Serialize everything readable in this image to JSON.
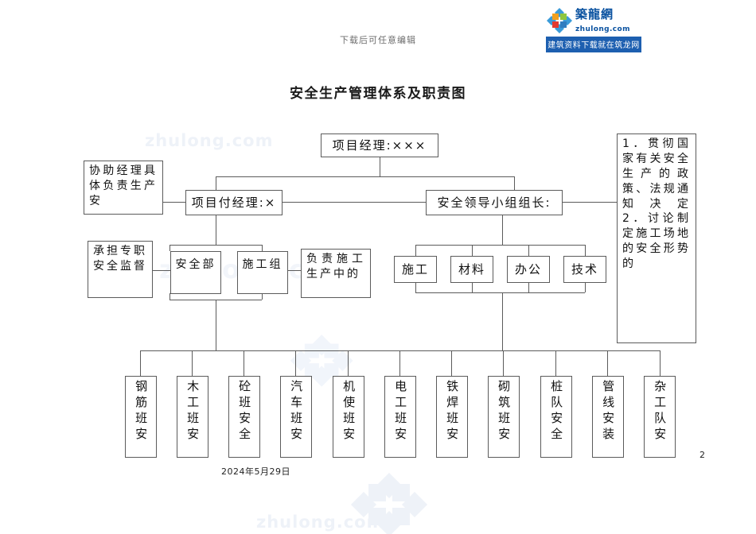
{
  "document": {
    "edit_note": "下载后可任意编辑",
    "title": "安全生产管理体系及职责图",
    "date": "2024年5月29日",
    "page_number": "2",
    "watermark_text": "zhulong.com"
  },
  "brand": {
    "cn_name": "築龍網",
    "domain": "zhulong.com",
    "banner": "建筑资料下载就在筑龙网",
    "banner_color": "#1d5fb0",
    "text_color": "#0a52a0"
  },
  "chart_data": {
    "type": "diagram",
    "title": "安全生产管理体系及职责图",
    "nodes": [
      {
        "id": "pm",
        "label": "项目经理:×××"
      },
      {
        "id": "assist",
        "label": "协助经理具体负责生产安"
      },
      {
        "id": "vice_pm",
        "label": "项目付经理:×"
      },
      {
        "id": "safety_lead",
        "label": "安全领导小组组长:"
      },
      {
        "id": "duties",
        "label": "1．贯彻国家有关安全生产的政策、法规通知决定  2．讨论制定施工场地的安全形势的"
      },
      {
        "id": "supervise",
        "label": "承担专职安全监督"
      },
      {
        "id": "safety_dept",
        "label": "安全部"
      },
      {
        "id": "constr_grp",
        "label": "施工组"
      },
      {
        "id": "prod_resp",
        "label": "负责施工生产中的"
      },
      {
        "id": "sg_constr",
        "label": "施工"
      },
      {
        "id": "sg_matl",
        "label": "材料"
      },
      {
        "id": "sg_office",
        "label": "办公"
      },
      {
        "id": "sg_tech",
        "label": "技术"
      }
    ],
    "teams": [
      {
        "id": "t1",
        "label": "钢筋班安"
      },
      {
        "id": "t2",
        "label": "木工班安"
      },
      {
        "id": "t3",
        "label": "砼班安全"
      },
      {
        "id": "t4",
        "label": "汽车班安"
      },
      {
        "id": "t5",
        "label": "机使班安"
      },
      {
        "id": "t6",
        "label": "电工班安"
      },
      {
        "id": "t7",
        "label": "铁焊班安"
      },
      {
        "id": "t8",
        "label": "砌筑班安"
      },
      {
        "id": "t9",
        "label": "桩队安全"
      },
      {
        "id": "t10",
        "label": "管线安装"
      },
      {
        "id": "t11",
        "label": "杂工队安"
      }
    ]
  }
}
